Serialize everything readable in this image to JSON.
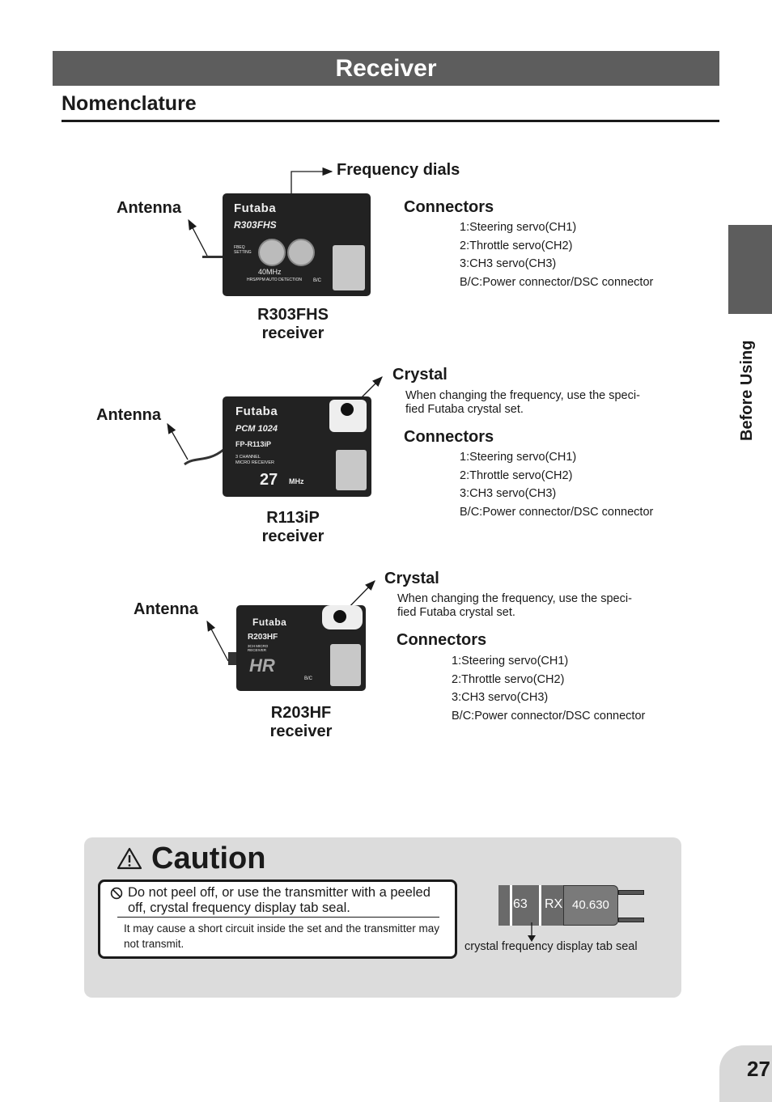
{
  "header": {
    "title": "Receiver"
  },
  "section": {
    "title": "Nomenclature"
  },
  "side_tab": {
    "label": "Before Using"
  },
  "receivers": [
    {
      "antenna": "Antenna",
      "dials": "Frequency dials",
      "connectors_title": "Connectors",
      "connectors": [
        "1:Steering servo(CH1)",
        "2:Throttle servo(CH2)",
        "3:CH3 servo(CH3)",
        "B/C:Power connector/DSC connector"
      ],
      "model_line1": "R303FHS",
      "model_line2": "receiver",
      "device": {
        "brand": "Futaba",
        "model": "R303FHS",
        "freq": "40MHz",
        "fbeq": "FBEQ SETTING",
        "auto": "HRS/PPM AUTO DETECTION",
        "bc": "B/C"
      }
    },
    {
      "antenna": "Antenna",
      "crystal_title": "Crystal",
      "crystal_note": "When changing the frequency, use the speci-fied Futaba crystal set.",
      "connectors_title": "Connectors",
      "connectors": [
        "1:Steering servo(CH1)",
        "2:Throttle servo(CH2)",
        "3:CH3 servo(CH3)",
        "B/C:Power connector/DSC connector"
      ],
      "model_line1": "R113iP",
      "model_line2": "receiver",
      "device": {
        "brand": "Futaba",
        "pcm": "PCM 1024",
        "model": "FP-R113iP",
        "desc": "3 CHANNEL MICRO RECEIVER",
        "freq": "27",
        "mhz": "MHz"
      }
    },
    {
      "antenna": "Antenna",
      "crystal_title": "Crystal",
      "crystal_note": "When changing the frequency, use the speci-fied Futaba crystal set.",
      "connectors_title": "Connectors",
      "connectors": [
        "1:Steering servo(CH1)",
        "2:Throttle servo(CH2)",
        "3:CH3 servo(CH3)",
        "B/C:Power connector/DSC connector"
      ],
      "model_line1": "R203HF",
      "model_line2": "receiver",
      "device": {
        "brand": "Futaba",
        "model": "R203HF",
        "desc": "3CH MICRO RECEIVER",
        "hr": "HR",
        "bc": "B/C"
      }
    }
  ],
  "caution": {
    "title": "Caution",
    "main": "Do not peel off, or use the transmitter with a peeled off, crystal frequency display tab seal.",
    "sub": "It may cause a short circuit inside the set and the transmitter may not transmit.",
    "crystal": {
      "channel": "63",
      "rx": "RX",
      "freq": "40.630",
      "caption": "crystal frequency display tab seal"
    }
  },
  "page": {
    "number": "27"
  }
}
